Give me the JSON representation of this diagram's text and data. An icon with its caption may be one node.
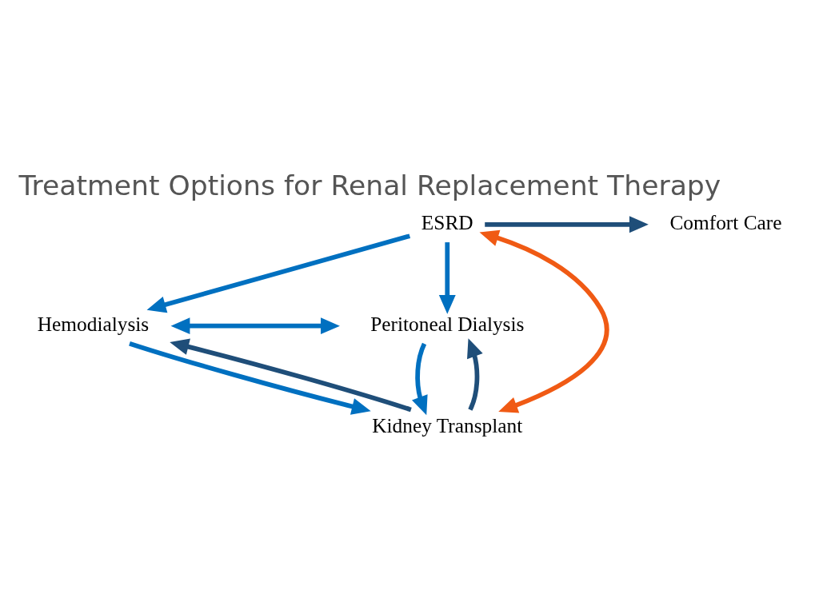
{
  "diagram": {
    "title": "Treatment Options for Renal Replacement Therapy",
    "nodes": [
      {
        "text": [
          "ESRD"
        ]
      },
      {
        "text": [
          "Comfort Care"
        ]
      },
      {
        "text": [
          "Hemodialysis"
        ]
      },
      {
        "text": [
          "Peritoneal Dialysis"
        ]
      },
      {
        "text": [
          "Kidney Transplant"
        ]
      }
    ],
    "edges": [
      {
        "from": 0,
        "to": 1,
        "arrow": "to",
        "color": "#1f4e79"
      },
      {
        "from": 0,
        "to": 2,
        "arrow": "to"
      },
      {
        "from": 0,
        "to": 3,
        "arrow": "to"
      },
      {
        "from": 0,
        "to": 4,
        "arrow": "both",
        "color": "#f05a14"
      },
      {
        "from": 2,
        "to": 3,
        "arrow": "both"
      },
      {
        "from": 2,
        "to": 4,
        "arrow": "to"
      },
      {
        "from": 4,
        "to": 2,
        "arrow": "to",
        "color": "#1f4e79"
      },
      {
        "from": 3,
        "to": 4,
        "arrow": "to"
      },
      {
        "from": 4,
        "to": 3,
        "arrow": "to",
        "color": "#1f4e79"
      }
    ]
  }
}
